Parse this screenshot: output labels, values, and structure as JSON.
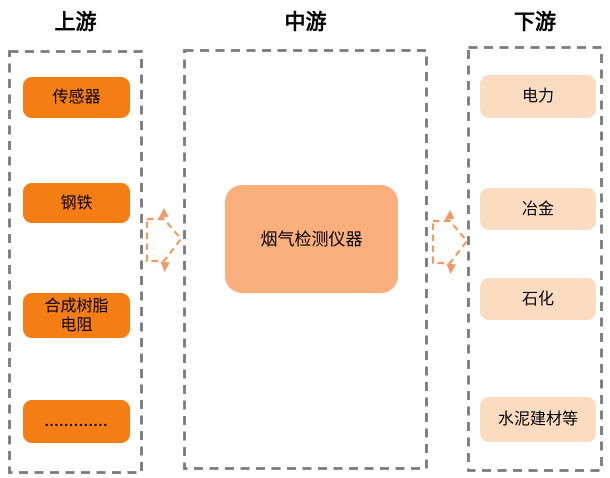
{
  "titles": {
    "upstream": "上游",
    "midstream": "中游",
    "downstream": "下游"
  },
  "upstream_items": [
    "传感器",
    "钢铁",
    "合成树脂\n电阻",
    "............."
  ],
  "midstream_item": "烟气检测仪器",
  "downstream_items": [
    "电力",
    "冶金",
    "石化",
    "水泥建材等"
  ],
  "icons": {
    "arrow_left_to_mid": "right-block-arrow-icon",
    "arrow_mid_to_right": "right-block-arrow-icon"
  },
  "colors": {
    "upstream_box": "#F57E14",
    "midstream_box": "#FAAF7C",
    "downstream_box": "#FBDCC1",
    "arrow": "#F09A66",
    "dashed_border": "#7A7A7A"
  }
}
